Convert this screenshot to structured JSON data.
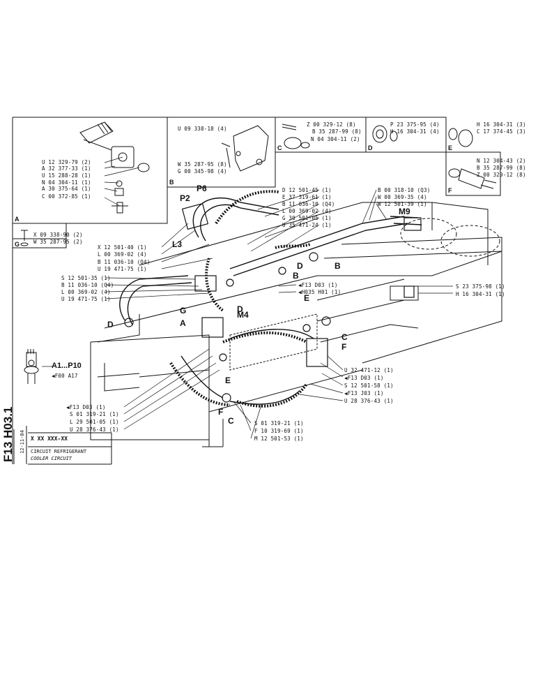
{
  "sheet": {
    "code_main": "F13 H03.1",
    "code_part": "X XX XXX-XX",
    "date": "12-11-84",
    "title_fr": "CIRCUIT REFRIGERANT",
    "title_en": "COOLER CIRCUIT"
  },
  "boxA": {
    "letter": "A",
    "parts": [
      "U 12 329-79 (2)",
      "A 32 377-33 (1)",
      "U 15 288-28 (1)",
      "N 04 304-11 (1)",
      "A 30 375-64 (1)",
      "C 00 372-85 (1)"
    ]
  },
  "boxB": {
    "letter": "B",
    "parts": [
      "U 09 338-18 (4)",
      "W 35 287-95 (8)",
      "G 00 345-98 (4)"
    ]
  },
  "boxC": {
    "letter": "C",
    "parts": [
      "Z 00 329-12 (8)",
      "B 35 287-99 (8)",
      "N 04 304-11 (2)"
    ]
  },
  "boxD": {
    "letter": "D",
    "parts": [
      "P 23 375-95 (4)",
      "H 16 304-31 (4)"
    ]
  },
  "boxE": {
    "letter": "E",
    "parts": [
      "H 16 304-31 (3)",
      "C 17 374-45 (3)"
    ]
  },
  "boxF": {
    "letter": "F",
    "parts": [
      "N 12 304-43 (2)",
      "B 35 287-99 (8)",
      "Z 00 329-12 (8)"
    ]
  },
  "boxG": {
    "letter": "G",
    "parts": [
      "X 09 338-90 (2)",
      "W 35 287-95 (2)"
    ]
  },
  "callouts": {
    "top_center": [
      "D 12 501-45 (1)",
      "E 37 319-61 (1)",
      "B 11 036-10 (Q4)",
      "L 00 369-02 (4)",
      "G 30 501-05 (1)",
      "U 35 471-24 (1)"
    ],
    "top_right": [
      "B 00 318-10 (Q3)",
      "W 00 369-35 (4)",
      "W 12 501-39 (1)"
    ],
    "left_upper": [
      "X 12 501-40 (1)",
      "L 00 369-02 (4)",
      "B 11 036-10 (Q4)",
      "U 19 471-75 (1)"
    ],
    "left_mid": [
      "S 12 501-35 (1)",
      "B 11 036-10 (Q4)",
      "L 00 369-02 (4)",
      "U 19 471-75 (1)"
    ],
    "right_mid": [
      "S 23 375-98 (1)",
      "H 16 304-31 (1)"
    ],
    "center_refs": [
      "F13 D03 (1)",
      "H035 H01 (1)"
    ],
    "right_lower": [
      "U 32 471-12 (1)",
      "F13 D03 (1)",
      "S 12 501-58 (1)",
      "F13 J03 (1)",
      "U 28 376-43 (1)"
    ],
    "bottom_left": [
      "F13 D03 (1)",
      "S 01 319-21 (1)",
      "L 29 501-05 (1)",
      "U 28 376-43 (1)"
    ],
    "bottom_center": [
      "S 01 319-21 (1)",
      "F 10 319-69 (1)",
      "M 12 501-53 (1)"
    ],
    "hose": [
      "A1...P10",
      "F00 A17"
    ]
  },
  "markers": {
    "P6": "P6",
    "P2": "P2",
    "L3": "L3",
    "M9": "M9",
    "M4": "M4",
    "A": "A",
    "B": "B",
    "C": "C",
    "D": "D",
    "E": "E",
    "F": "F",
    "G": "G"
  }
}
